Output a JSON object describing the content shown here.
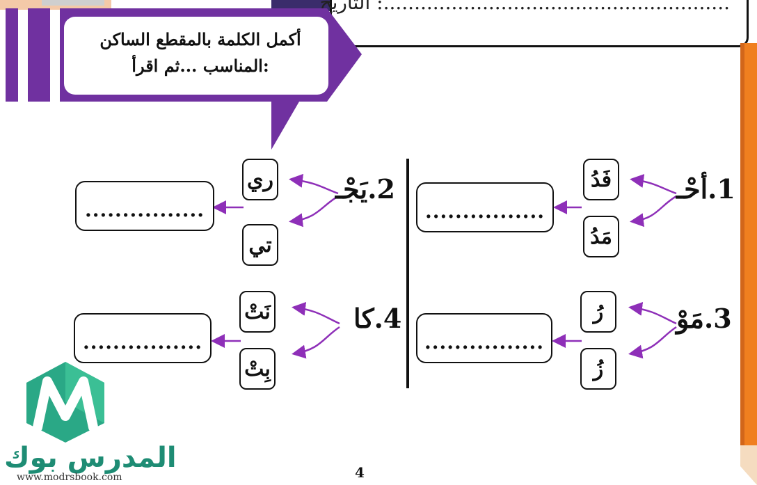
{
  "header": {
    "date_label": "التاريخ :........................................................"
  },
  "banner": {
    "line1": "أكمل الكلمة بالمقطع الساكن",
    "line2": "المناسب ...ثم اقرأ:"
  },
  "questions": [
    {
      "label": "1.أحْـ",
      "options": [
        "فَدُ",
        "مَدُ"
      ],
      "answer": "................"
    },
    {
      "label": "2.يَجْـ",
      "options": [
        "ري",
        "تي"
      ],
      "answer": "................"
    },
    {
      "label": "3.مَوْ",
      "options": [
        "رُ",
        "زُ"
      ],
      "answer": "................"
    },
    {
      "label": "4.كا",
      "options": [
        "نَتْ",
        "بِتْ"
      ],
      "answer": "................"
    }
  ],
  "footer": {
    "page_number": "4",
    "logo_name": "المدرس بوك",
    "logo_url": "www.modrsbook.com"
  },
  "colors": {
    "purple": "#7031a0",
    "arrow": "#8e2fb8",
    "orange": "#f07f1f",
    "logo_green": "#1e8c74"
  },
  "icons": [
    "logo-m-icon",
    "curved-arrow-icon",
    "pencil-icon"
  ]
}
